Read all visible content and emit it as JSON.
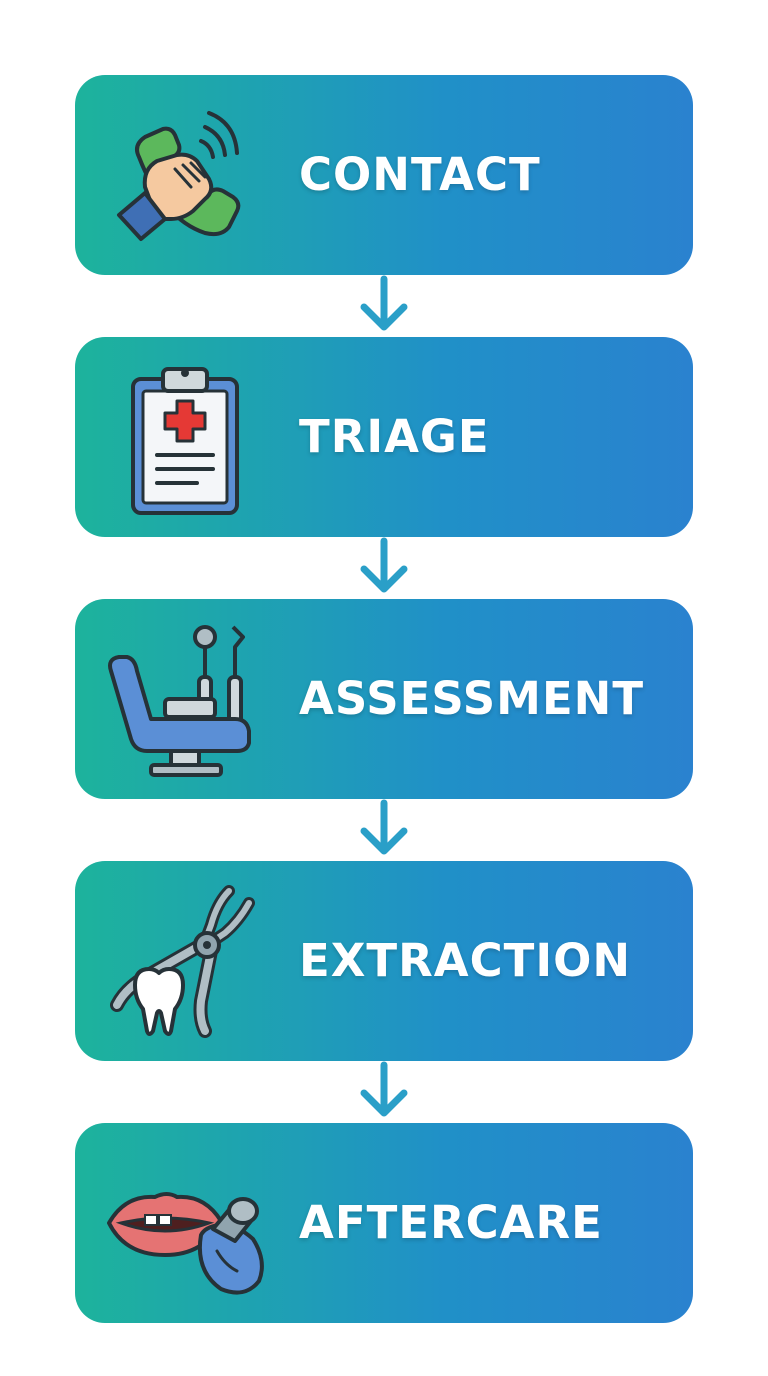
{
  "steps": [
    {
      "label": "CONTACT",
      "icon": "phone-hand-icon"
    },
    {
      "label": "TRIAGE",
      "icon": "clipboard-medical-icon"
    },
    {
      "label": "ASSESSMENT",
      "icon": "dental-chair-icon"
    },
    {
      "label": "EXTRACTION",
      "icon": "tooth-forceps-icon"
    },
    {
      "label": "AFTERCARE",
      "icon": "mouth-ice-pack-icon"
    }
  ],
  "colors": {
    "gradient_start": "#1db39c",
    "gradient_end": "#2a82cf",
    "arrow": "#2a9fc8",
    "label": "#ffffff"
  }
}
